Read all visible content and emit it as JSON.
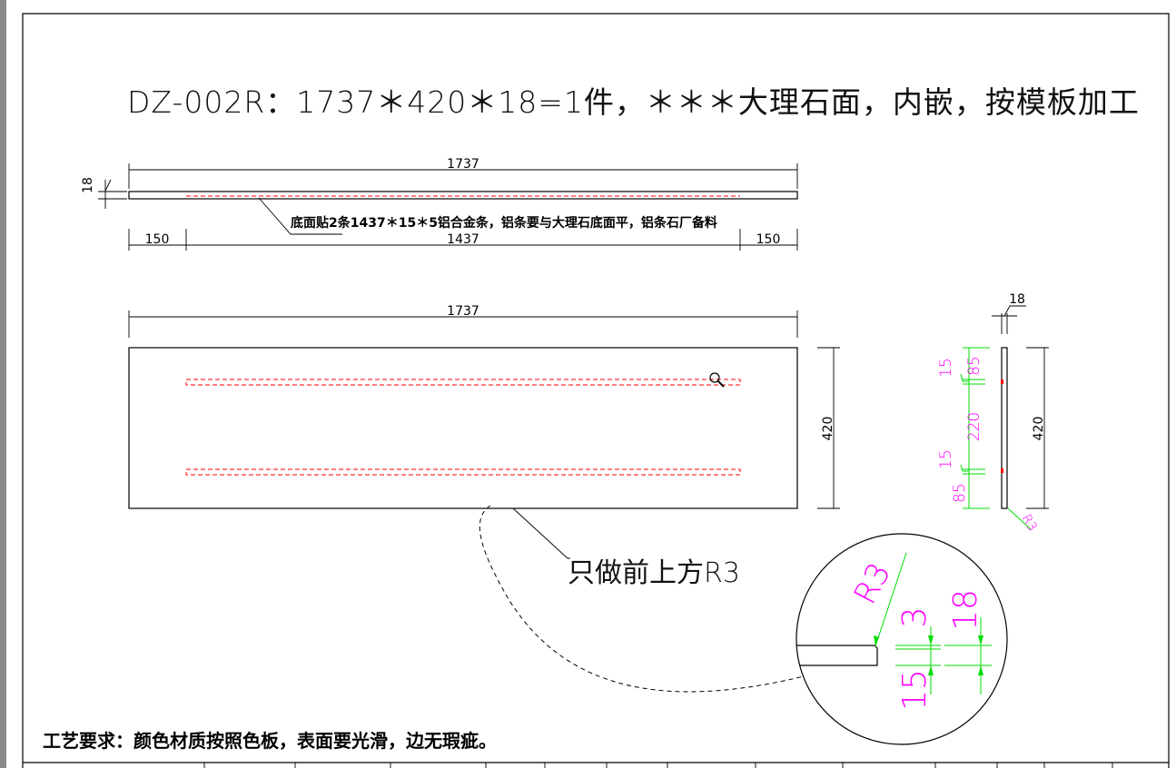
{
  "drawing": {
    "title": "DZ-002R：1737＊420＊18=1件，＊＊＊大理石面，内嵌，按模板加工",
    "top_view": {
      "overall_length": "1737",
      "thickness": "18",
      "note": "底面贴2条1437＊15＊5铝合金条，铝条要与大理石底面平，铝条石厂备料",
      "offset_left": "150",
      "strip_length": "1437",
      "offset_right": "150"
    },
    "front_view": {
      "overall_length": "1737",
      "width": "420",
      "leader_note": "只做前上方R3"
    },
    "side_view": {
      "thickness": "18",
      "height": "420",
      "dim_top": "85",
      "strip_top": "15",
      "dim_middle": "220",
      "strip_bottom": "15",
      "dim_bottom": "85",
      "radius": "R3"
    },
    "detail": {
      "radius": "R3",
      "chamfer": "3",
      "strip": "15",
      "thickness": "18"
    },
    "process_requirement": "工艺要求：颜色材质按照色板，表面要光滑，边无瑕疵。"
  },
  "colors": {
    "strip": "#ff0000",
    "dimension": "#00dd00",
    "dimension_text": "#ff00ff"
  }
}
